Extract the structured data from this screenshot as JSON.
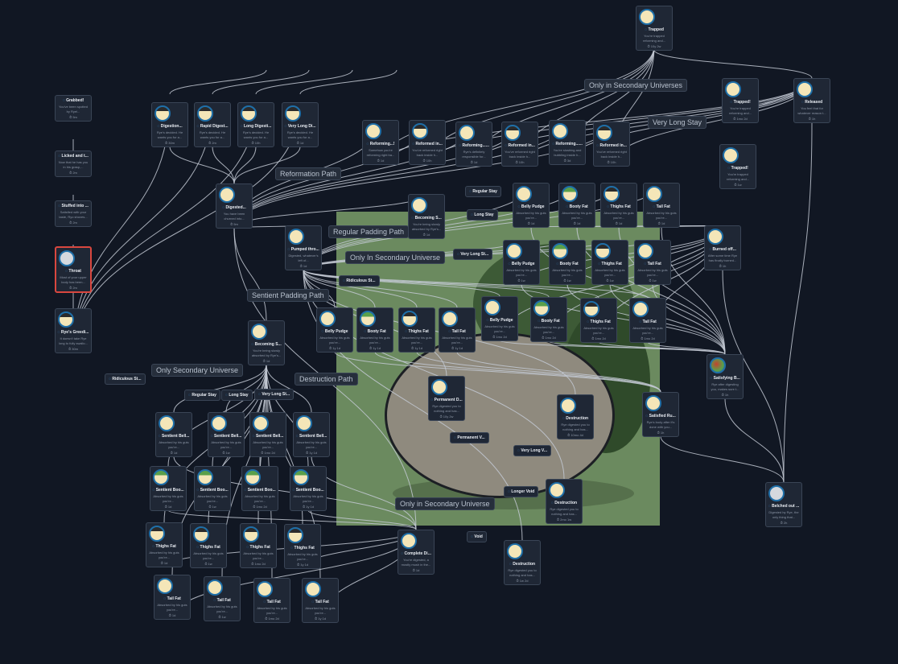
{
  "graph": {
    "background_image": {
      "description": "green character artwork behind graph nodes"
    },
    "colors": {
      "canvas": "#111723",
      "node": "#1f2735",
      "edge": "#c3c9d3",
      "selected_border": "#d9473f",
      "accent": "#3b8fd6"
    },
    "nodes": [
      {
        "id": "grabbed",
        "title": "Grabbed!",
        "desc": "You've been spotted by Ryel...",
        "time": "5m",
        "avatar": "none"
      },
      {
        "id": "licked",
        "title": "Licked and t...",
        "desc": "Now that he has you in his grasp,...",
        "time": "2m",
        "avatar": "none"
      },
      {
        "id": "stuffed",
        "title": "Stuffed into ...",
        "desc": "Satisfied with your taste, Ryo shoves...",
        "time": "2m",
        "avatar": "none"
      },
      {
        "id": "throat",
        "title": "Throat",
        "desc": "Most of your upper body has been...",
        "time": "2m",
        "avatar": "grey",
        "selected": true
      },
      {
        "id": "ryes-greedy",
        "title": "Rye's Greedi...",
        "desc": "It doesn't take Rye long to fully swallo...",
        "time": "30m",
        "avatar": "hat"
      },
      {
        "id": "digestion",
        "title": "Digestion...",
        "desc": "Rye's decided. He wants you for a...",
        "time": "30m",
        "avatar": "hat"
      },
      {
        "id": "rapid-digest",
        "title": "Rapid Digest...",
        "desc": "Rye's decided. He wants you for a...",
        "time": "2m",
        "avatar": "hat"
      },
      {
        "id": "long-digest",
        "title": "Long Digesti...",
        "desc": "Rye's decided. He wants you for a...",
        "time": "10h",
        "avatar": "hat"
      },
      {
        "id": "very-long-di",
        "title": "Very Long Di...",
        "desc": "Rye's decided. He wants you for a...",
        "time": "1d",
        "avatar": "hat"
      },
      {
        "id": "digested",
        "title": "Digested...",
        "desc": "You have been churned into...",
        "time": "5m",
        "avatar": "plain"
      },
      {
        "id": "pumped",
        "title": "Pumped thro...",
        "desc": "Digested, whatever's left of...",
        "time": "1d",
        "avatar": "plain"
      },
      {
        "id": "reforming1",
        "title": "Reforming...!",
        "desc": "Somehow you're reforming right ba...",
        "time": "1d",
        "avatar": "plain"
      },
      {
        "id": "reformed1",
        "title": "Reformed in...",
        "desc": "You've reformed right back inside h...",
        "time": "10h",
        "avatar": "hat"
      },
      {
        "id": "reforming2",
        "title": "Reforming......",
        "desc": "Rye's definitely responsible for...",
        "time": "1d",
        "avatar": "plain"
      },
      {
        "id": "reformed2",
        "title": "Reformed in...",
        "desc": "You've reformed right back inside h...",
        "time": "10h",
        "avatar": "hat"
      },
      {
        "id": "reforming3",
        "title": "Reforming......",
        "desc": "You're sloshing and bubbling inside h...",
        "time": "3d",
        "avatar": "plain"
      },
      {
        "id": "reformed3",
        "title": "Reformed in...",
        "desc": "You've reformed right back inside h...",
        "time": "10h",
        "avatar": "hat"
      },
      {
        "id": "trapped-top",
        "title": "Trapped",
        "desc": "You're trapped reforming and...",
        "time": "10y 2w",
        "avatar": "plain"
      },
      {
        "id": "trapped-a",
        "title": "Trapped!",
        "desc": "You're trapped reforming and...",
        "time": "1mo 2d",
        "avatar": "plain"
      },
      {
        "id": "released",
        "title": "Released",
        "desc": "You feel that for whatever reason t...",
        "time": "1h",
        "avatar": "plain"
      },
      {
        "id": "trapped-b",
        "title": "Trapped!",
        "desc": "You're trapped reforming and...",
        "time": "1w",
        "avatar": "plain"
      },
      {
        "id": "becoming-1",
        "title": "Becoming S...",
        "desc": "You're being slowly absorbed by Rye's...",
        "time": "1d",
        "avatar": "plain"
      },
      {
        "id": "belly-1d",
        "title": "Belly Pudge",
        "desc": "Absorbed by his guts you're...",
        "time": "1d",
        "avatar": "plain"
      },
      {
        "id": "booty-1d",
        "title": "Booty Fat",
        "desc": "Absorbed by his guts you're...",
        "time": "1d",
        "avatar": "green"
      },
      {
        "id": "thighs-1d",
        "title": "Thighs Fat",
        "desc": "Absorbed by his guts you're...",
        "time": "1d",
        "avatar": "hat"
      },
      {
        "id": "tail-1d",
        "title": "Tail Fat",
        "desc": "Absorbed by his guts you're...",
        "time": "1d",
        "avatar": "plain"
      },
      {
        "id": "burned",
        "title": "Burned off...",
        "desc": "After some time Rye has finally burned...",
        "time": "1h",
        "avatar": "plain"
      },
      {
        "id": "belly-1w",
        "title": "Belly Pudge",
        "desc": "Absorbed by his guts you're...",
        "time": "1w",
        "avatar": "plain"
      },
      {
        "id": "booty-1w",
        "title": "Booty Fat",
        "desc": "Absorbed by his guts you're...",
        "time": "1w",
        "avatar": "green"
      },
      {
        "id": "thighs-1w",
        "title": "Thighs Fat",
        "desc": "Absorbed by his guts you're...",
        "time": "1w",
        "avatar": "hat"
      },
      {
        "id": "tail-1w",
        "title": "Tail Fat",
        "desc": "Absorbed by his guts you're...",
        "time": "1w",
        "avatar": "plain"
      },
      {
        "id": "belly-1y",
        "title": "Belly Pudge",
        "desc": "Absorbed by his guts you're...",
        "time": "1y 1d",
        "avatar": "plain"
      },
      {
        "id": "booty-1y",
        "title": "Booty Fat",
        "desc": "Absorbed by his guts you're...",
        "time": "1y 1d",
        "avatar": "green"
      },
      {
        "id": "thighs-1y",
        "title": "Thighs Fat",
        "desc": "Absorbed by his guts you're...",
        "time": "1y 1d",
        "avatar": "hat"
      },
      {
        "id": "tail-1y",
        "title": "Tail Fat",
        "desc": "Absorbed by his guts you're...",
        "time": "1y 1d",
        "avatar": "plain"
      },
      {
        "id": "belly-1mo",
        "title": "Belly Pudge",
        "desc": "Absorbed by his guts you're...",
        "time": "1mo 2d",
        "avatar": "plain"
      },
      {
        "id": "booty-1mo",
        "title": "Booty Fat",
        "desc": "Absorbed by his guts you're...",
        "time": "1mo 2d",
        "avatar": "green"
      },
      {
        "id": "thighs-1mo",
        "title": "Thighs Fat",
        "desc": "Absorbed by his guts you're...",
        "time": "1mo 2d",
        "avatar": "hat"
      },
      {
        "id": "tail-1mo",
        "title": "Tail Fat",
        "desc": "Absorbed by his guts you're...",
        "time": "1mo 2d",
        "avatar": "plain"
      },
      {
        "id": "satisfying",
        "title": "Satisfying B...",
        "desc": "Rye after digesting you, makes sure t...",
        "time": "1h",
        "avatar": "mixed"
      },
      {
        "id": "becoming-2",
        "title": "Becoming S...",
        "desc": "You're being slowly absorbed by Rye's...",
        "time": "1d",
        "avatar": "plain"
      },
      {
        "id": "permanent-d",
        "title": "Permanent D...",
        "desc": "Rye digested you to nothing and has...",
        "time": "10y 2w",
        "avatar": "plain"
      },
      {
        "id": "destruction-a",
        "title": "Destruction",
        "desc": "Rye digested you to nothing and has...",
        "time": "10mo 4d",
        "avatar": "plain"
      },
      {
        "id": "satisfied-ru",
        "title": "Satisfied Ru...",
        "desc": "Rye's body after it's done with you...",
        "time": "1h",
        "avatar": "plain"
      },
      {
        "id": "destruction-b",
        "title": "Destruction",
        "desc": "Rye digested you to nothing and has...",
        "time": "2mo 1w",
        "avatar": "plain"
      },
      {
        "id": "belched",
        "title": "Belched out ...",
        "desc": "Digested by Rye, the only thing that...",
        "time": "2h",
        "avatar": "grey"
      },
      {
        "id": "sentient-bell-1",
        "title": "Sentient Bell...",
        "desc": "Absorbed by his guts you're...",
        "time": "1d",
        "avatar": "plain"
      },
      {
        "id": "sentient-bell-2",
        "title": "Sentient Bell...",
        "desc": "Absorbed by his guts you're...",
        "time": "1w",
        "avatar": "plain"
      },
      {
        "id": "sentient-bell-3",
        "title": "Sentient Bell...",
        "desc": "Absorbed by his guts you're...",
        "time": "1mo 2d",
        "avatar": "plain"
      },
      {
        "id": "sentient-bell-4",
        "title": "Sentient Bell...",
        "desc": "Absorbed by his guts you're...",
        "time": "1y 1d",
        "avatar": "plain"
      },
      {
        "id": "sentient-boo-1",
        "title": "Sentient Boo...",
        "desc": "Absorbed by his guts you're...",
        "time": "1d",
        "avatar": "green"
      },
      {
        "id": "sentient-boo-2",
        "title": "Sentient Boo...",
        "desc": "Absorbed by his guts you're...",
        "time": "1w",
        "avatar": "green"
      },
      {
        "id": "sentient-boo-3",
        "title": "Sentient Boo...",
        "desc": "Absorbed by his guts you're...",
        "time": "1mo 2d",
        "avatar": "green"
      },
      {
        "id": "sentient-boo-4",
        "title": "Sentient Boo...",
        "desc": "Absorbed by his guts you're...",
        "time": "1y 1d",
        "avatar": "green"
      },
      {
        "id": "thighs-s1",
        "title": "Thighs Fat",
        "desc": "Absorbed by his guts you're...",
        "time": "1d",
        "avatar": "hat"
      },
      {
        "id": "thighs-s2",
        "title": "Thighs Fat",
        "desc": "Absorbed by his guts you're...",
        "time": "1w",
        "avatar": "hat"
      },
      {
        "id": "thighs-s3",
        "title": "Thighs Fat",
        "desc": "Absorbed by his guts you're...",
        "time": "1mo 2d",
        "avatar": "hat"
      },
      {
        "id": "thighs-s4",
        "title": "Thighs Fat",
        "desc": "Absorbed by his guts you're...",
        "time": "1y 1d",
        "avatar": "hat"
      },
      {
        "id": "tail-s1",
        "title": "Tail Fat",
        "desc": "Absorbed by his guts you're...",
        "time": "1d",
        "avatar": "plain"
      },
      {
        "id": "tail-s2",
        "title": "Tail Fat",
        "desc": "Absorbed by his guts you're...",
        "time": "1w",
        "avatar": "plain"
      },
      {
        "id": "tail-s3",
        "title": "Tail Fat",
        "desc": "Absorbed by his guts you're...",
        "time": "1mo 2d",
        "avatar": "plain"
      },
      {
        "id": "tail-s4",
        "title": "Tail Fat",
        "desc": "Absorbed by his guts you're...",
        "time": "1y 1d",
        "avatar": "plain"
      },
      {
        "id": "complete-di",
        "title": "Complete Di...",
        "desc": "You're digested, a mostly mush in the...",
        "time": "1d",
        "avatar": "plain"
      },
      {
        "id": "destruction-c",
        "title": "Destruction",
        "desc": "Rye digested you to nothing and has...",
        "time": "1w 2d",
        "avatar": "plain"
      }
    ],
    "compact_nodes": [
      {
        "id": "regular-stay",
        "title": "Regular Stay"
      },
      {
        "id": "long-stay",
        "title": "Long Stay"
      },
      {
        "id": "very-long-st-1",
        "title": "Very Long St..."
      },
      {
        "id": "ridiculous-st-1",
        "title": "Ridiculous St..."
      },
      {
        "id": "ridiculous-st-2",
        "title": "Ridiculous St..."
      },
      {
        "id": "regular-stay-2",
        "title": "Regular Stay"
      },
      {
        "id": "long-stay-2",
        "title": "Long Stay"
      },
      {
        "id": "very-long-st-2",
        "title": "Very Long St..."
      },
      {
        "id": "permanent-v",
        "title": "Permanent V..."
      },
      {
        "id": "very-long-v",
        "title": "Very Long V..."
      },
      {
        "id": "longer-void",
        "title": "Longer Void"
      },
      {
        "id": "void",
        "title": "Void"
      }
    ],
    "path_labels": [
      {
        "id": "only-secondary-universes-top",
        "text": "Only in Secondary Universes"
      },
      {
        "id": "very-long-stay",
        "text": "Very Long Stay"
      },
      {
        "id": "reformation-path",
        "text": "Reformation Path"
      },
      {
        "id": "regular-padding-path",
        "text": "Regular Padding Path"
      },
      {
        "id": "only-in-secondary-universe",
        "text": "Only In Secondary Universe"
      },
      {
        "id": "sentient-padding-path",
        "text": "Sentient Padding Path"
      },
      {
        "id": "only-secondary-universe",
        "text": "Only Secondary Universe"
      },
      {
        "id": "destruction-path",
        "text": "Destruction Path"
      },
      {
        "id": "only-in-secondary-universe-bottom",
        "text": "Only in Secondary Universe"
      }
    ]
  }
}
